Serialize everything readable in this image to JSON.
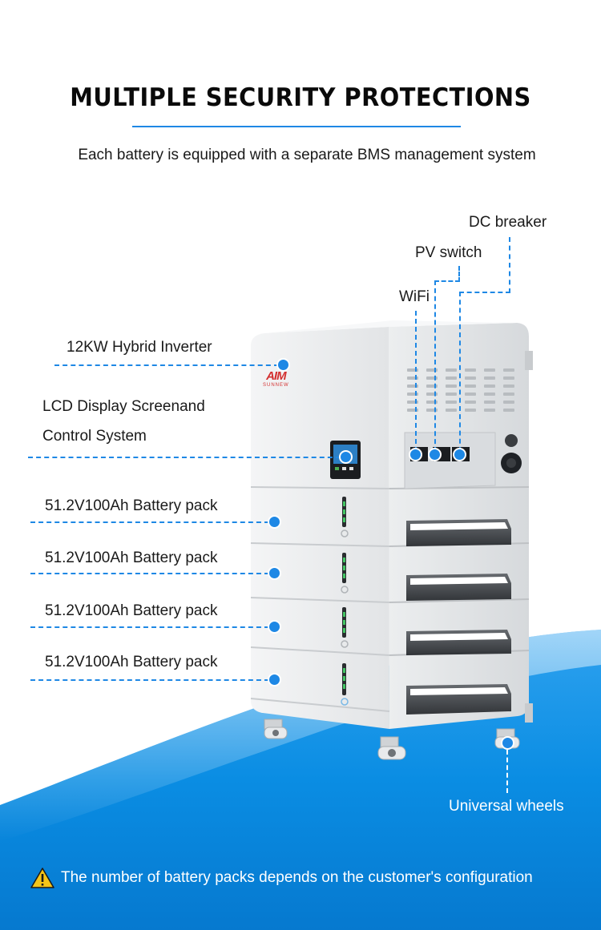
{
  "header": {
    "title": "MULTIPLE SECURITY PROTECTIONS",
    "subtitle": "Each battery is equipped with a separate BMS management system"
  },
  "callouts": {
    "dc_breaker": "DC breaker",
    "pv_switch": "PV switch",
    "wifi": "WiFi",
    "inverter": "12KW Hybrid Inverter",
    "lcd_line1": "LCD Display Screenand",
    "lcd_line2": "Control System",
    "battery_1": "51.2V100Ah Battery pack",
    "battery_2": "51.2V100Ah Battery pack",
    "battery_3": "51.2V100Ah Battery pack",
    "battery_4": "51.2V100Ah Battery pack",
    "wheels": "Universal wheels"
  },
  "brand": {
    "logo_mark": "AIM",
    "logo_text": "SUNNEW"
  },
  "footer": {
    "note": "The number of battery packs depends on the customer's configuration",
    "warning_icon": "warning-triangle-icon"
  },
  "colors": {
    "accent": "#1e88e5",
    "brand_red": "#d32f2f",
    "bottom_band": "#0a8de3"
  }
}
